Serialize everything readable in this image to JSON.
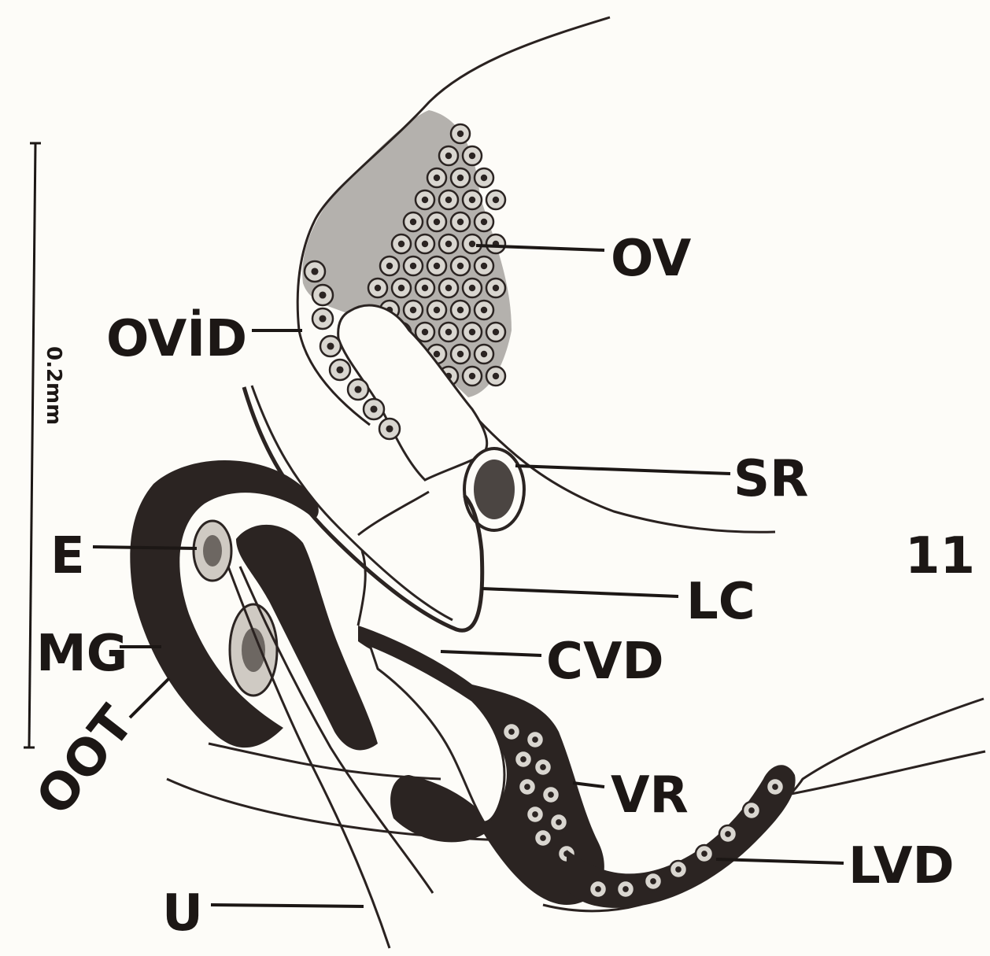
{
  "figure": {
    "number": "11",
    "scale_bar": "0.2mm"
  },
  "labels": {
    "ov": "OV",
    "ovid": "OVİD",
    "sr": "SR",
    "e": "E",
    "lc": "LC",
    "mg": "MG",
    "cvd": "CVD",
    "oot": "OOT",
    "vr": "VR",
    "lvd": "LVD",
    "u": "U"
  },
  "colors": {
    "ink": "#1c1715",
    "paper": "#fdfcf8"
  }
}
